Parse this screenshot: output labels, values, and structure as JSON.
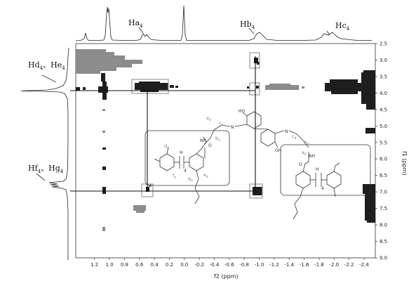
{
  "chart_data": {
    "type": "heatmap",
    "x_axis": {
      "label": "f2 (ppm)",
      "ticks": [
        "1.2",
        "1.0",
        "0.8",
        "0.6",
        "0.4",
        "0.2",
        "0.0",
        "-0.2",
        "-0.4",
        "-0.6",
        "-0.8",
        "-1.0",
        "-1.2",
        "-1.4",
        "-1.6",
        "-1.8",
        "-2.0",
        "-2.2",
        "-2.4"
      ],
      "range": [
        1.45,
        -2.55
      ],
      "reversed": true
    },
    "y_axis": {
      "label": "f1 (ppm)",
      "ticks": [
        "2.5",
        "3.0",
        "3.5",
        "4.0",
        "4.5",
        "5.0",
        "5.5",
        "6.0",
        "6.5",
        "7.0",
        "7.5",
        "8.0",
        "8.5",
        "9.0"
      ],
      "range": [
        2.5,
        9.0
      ],
      "position": "right"
    },
    "peak_labels": {
      "top": [
        {
          "main": "Ha",
          "sub": "4",
          "x": 0.45
        },
        {
          "main": "Hb",
          "sub": "4",
          "x": -1.0
        },
        {
          "main": "Hc",
          "sub": "4",
          "x": -2.0
        }
      ],
      "left": [
        {
          "main": "Hd",
          "sub": "4",
          "join": "、",
          "main2": "He",
          "sub2": "4",
          "y": 3.8
        },
        {
          "main": "Hf",
          "sub": "4",
          "join": "、",
          "main2": "Hg",
          "sub2": "4",
          "y": 6.9
        }
      ]
    },
    "cross_peaks": [
      {
        "x": 1.0,
        "y": 3.8,
        "intensity": "strong"
      },
      {
        "x": 0.45,
        "y": 3.75,
        "intensity": "strong"
      },
      {
        "x": 1.0,
        "y": 6.9,
        "intensity": "medium"
      },
      {
        "x": 0.5,
        "y": 6.9,
        "intensity": "medium"
      },
      {
        "x": -1.05,
        "y": 2.9,
        "intensity": "medium"
      },
      {
        "x": -1.05,
        "y": 6.95,
        "intensity": "strong"
      },
      {
        "x": -2.3,
        "y": 3.75,
        "intensity": "strong"
      }
    ],
    "highlight_boxes": [
      {
        "x": [
          0.58,
          0.2
        ],
        "y": [
          3.55,
          4.0
        ]
      },
      {
        "x": [
          0.55,
          0.38
        ],
        "y": [
          6.75,
          7.08
        ]
      },
      {
        "x": [
          -0.95,
          -1.15
        ],
        "y": [
          2.62,
          3.15
        ]
      },
      {
        "x": [
          -0.95,
          -1.15
        ],
        "y": [
          3.55,
          4.0
        ]
      },
      {
        "x": [
          -0.95,
          -1.15
        ],
        "y": [
          6.75,
          7.08
        ]
      }
    ],
    "correlation_lines": [
      {
        "x": [
          1.45,
          -1.05
        ],
        "y": [
          3.8,
          3.8
        ]
      },
      {
        "x": [
          1.45,
          -1.05
        ],
        "y": [
          6.92,
          6.92
        ]
      },
      {
        "x": [
          0.47,
          0.47
        ],
        "y": [
          3.8,
          6.92
        ]
      },
      {
        "x": [
          -1.05,
          -1.05
        ],
        "y": [
          2.7,
          6.92
        ]
      }
    ],
    "grid": false
  },
  "structure_labels": {
    "ho_top": "HO",
    "ho_bottom": "OH",
    "n_left": "N",
    "n_right": "N",
    "nh_left": "NH",
    "nh_right": "NH",
    "o_left": "O",
    "o_right": "O",
    "a4_left": "a",
    "a4_right": "a",
    "b4_left": "b",
    "b4_right": "b",
    "c4_left": "c",
    "c4_right": "c",
    "d4": "d",
    "e4": "e",
    "f4": "f",
    "g4": "g",
    "sub4": "4",
    "h": "H",
    "repeat4": "4"
  },
  "colors": {
    "dark_peak": "#1e1e1e",
    "gray_peak": "#8c8c8c",
    "axis": "#333333",
    "box": "#9a9a9a",
    "line": "#111111"
  }
}
